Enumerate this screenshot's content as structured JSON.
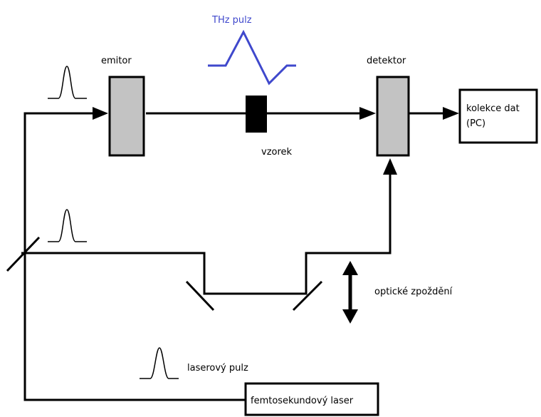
{
  "labels": {
    "emitor": "emitor",
    "detektor": "detektor",
    "thz_pulz": "THz pulz",
    "vzorek": "vzorek",
    "kolekce_line1": "kolekce dat",
    "kolekce_line2": "(PC)",
    "opticke_zpozdeni": "optické zpoždění",
    "laserovy_pulz": "laserový pulz",
    "femtosekundovy_laser": "femtosekundový laser"
  },
  "colors": {
    "line": "#000000",
    "component_fill": "#c3c3c3",
    "thz_pulse": "#3f48cc",
    "background": "#ffffff"
  }
}
